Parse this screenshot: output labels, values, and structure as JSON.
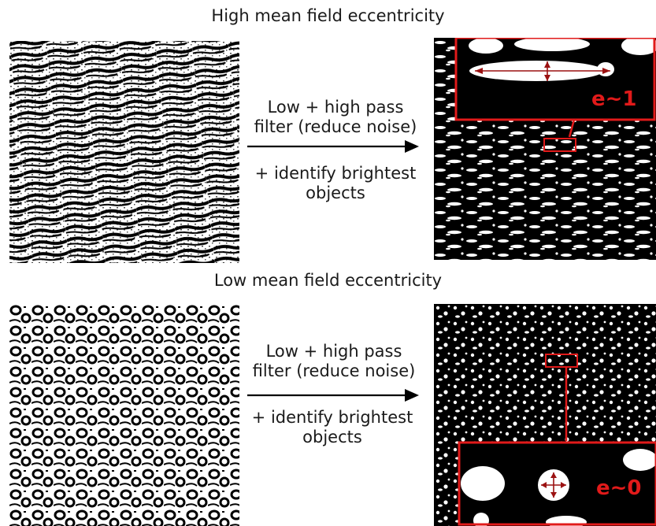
{
  "top": {
    "title": "High mean field eccentricity",
    "step_line1": "Low + high pass",
    "step_line2": "filter (reduce noise)",
    "identify_line1": "+ identify brightest",
    "identify_line2": "objects",
    "zoom_label": "e~1"
  },
  "bottom": {
    "title": "Low mean field eccentricity",
    "step_line1": "Low + high pass",
    "step_line2": "filter (reduce noise)",
    "identify_line1": "+ identify brightest",
    "identify_line2": "objects",
    "zoom_label": "e~0"
  },
  "colors": {
    "highlight": "#e11a1a",
    "black": "#000000",
    "white": "#ffffff"
  },
  "icons": [
    "right-arrow-icon",
    "double-arrow-icon"
  ]
}
